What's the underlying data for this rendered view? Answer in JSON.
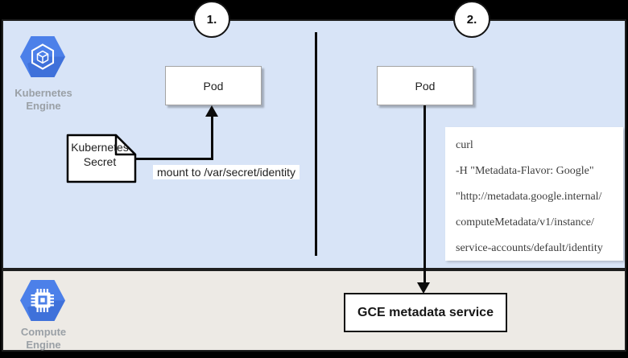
{
  "steps": [
    {
      "label": "1."
    },
    {
      "label": "2."
    }
  ],
  "kubernetes_engine": {
    "line1": "Kubernetes",
    "line2": "Engine",
    "icon": "kubernetes-engine-hexagon-icon"
  },
  "compute_engine": {
    "line1": "Compute",
    "line2": "Engine",
    "icon": "compute-engine-hexagon-icon"
  },
  "pods": [
    {
      "label": "Pod"
    },
    {
      "label": "Pod"
    }
  ],
  "secret": {
    "line1": "Kubernetes",
    "line2": "Secret"
  },
  "mount_label": "mount to /var/secret/identity",
  "curl_box": {
    "lines": [
      "curl",
      "-H \"Metadata-Flavor: Google\"",
      "\"http://metadata.google.internal/",
      "computeMetadata/v1/instance/",
      "service-accounts/default/identity"
    ]
  },
  "gce_box": {
    "label": "GCE metadata service"
  },
  "colors": {
    "k8s_region_bg": "#d8e4f7",
    "gce_region_bg": "#edeae5",
    "icon_blue": "#4c80e9",
    "icon_blue_dark": "#3060c8",
    "label_gray": "#9aa0a6",
    "arrow_black": "#0b0b0b"
  }
}
